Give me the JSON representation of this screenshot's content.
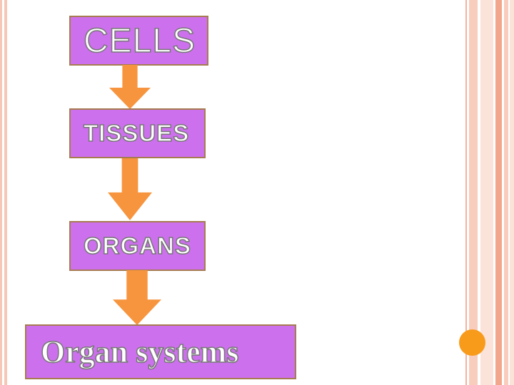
{
  "diagram": {
    "type": "flowchart",
    "direction": "top-down",
    "nodes": [
      {
        "id": "cells",
        "label": "CELLS"
      },
      {
        "id": "tissues",
        "label": "TISSUES"
      },
      {
        "id": "organs",
        "label": "ORGANS"
      },
      {
        "id": "organ-systems",
        "label": "Organ systems"
      }
    ],
    "edges": [
      {
        "from": "cells",
        "to": "tissues",
        "style": "block-arrow-down"
      },
      {
        "from": "tissues",
        "to": "organs",
        "style": "block-arrow-down"
      },
      {
        "from": "organs",
        "to": "organ-systems",
        "style": "block-arrow-down"
      }
    ]
  },
  "colors": {
    "box_fill": "#cd70ee",
    "box_border": "#a67b4f",
    "arrow_fill": "#f7953f",
    "arrow_edge": "#e07b28",
    "circle_fill": "#f89b1b",
    "text_fill": "#ffffff",
    "text_outline": "#777777",
    "stripe_salmon": "#f2a78d",
    "stripe_peach": "#f8cdbd",
    "stripe_pale": "#fbe3da",
    "background": "#ffffff"
  }
}
